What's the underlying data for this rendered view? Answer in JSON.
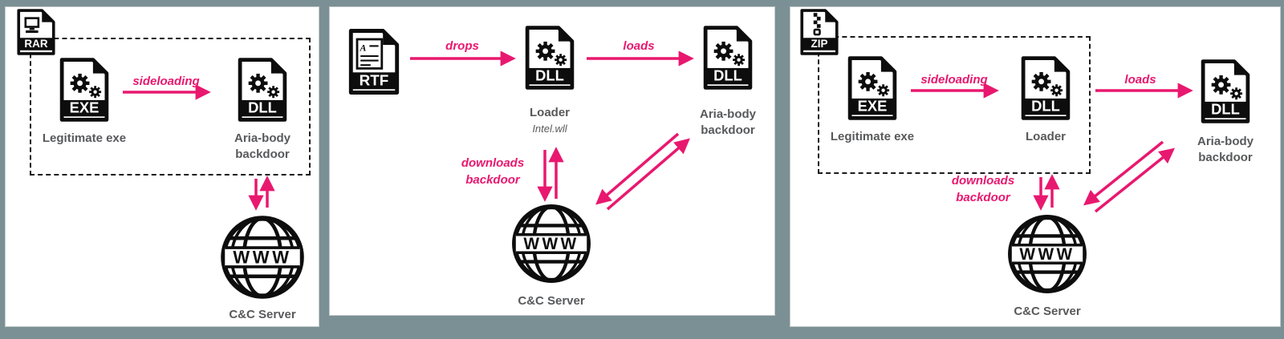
{
  "colors": {
    "background": "#7b9095",
    "panel_bg": "#ffffff",
    "accent_pink": "#e8186f",
    "label_gray": "#58595b",
    "icon_black": "#0d0d0d"
  },
  "panel1": {
    "archive": {
      "band": "RAR"
    },
    "exe": {
      "band": "EXE",
      "label": "Legitimate exe"
    },
    "sideloading_label": "sideloading",
    "dll": {
      "band": "DLL",
      "label1": "Aria-body",
      "label2": "backdoor"
    },
    "server": {
      "band": "WWW",
      "label": "C&C Server"
    }
  },
  "panel2": {
    "rtf": {
      "band": "RTF"
    },
    "drops_label": "drops",
    "loader": {
      "band": "DLL",
      "label": "Loader",
      "sublabel": "Intel.wll"
    },
    "loads_label": "loads",
    "ariabody": {
      "band": "DLL",
      "label1": "Aria-body",
      "label2": "backdoor"
    },
    "downloads_label1": "downloads",
    "downloads_label2": "backdoor",
    "server": {
      "band": "WWW",
      "label": "C&C Server"
    }
  },
  "panel3": {
    "archive": {
      "band": "ZIP"
    },
    "exe": {
      "band": "EXE",
      "label": "Legitimate exe"
    },
    "sideloading_label": "sideloading",
    "loader": {
      "band": "DLL",
      "label": "Loader"
    },
    "loads_label": "loads",
    "ariabody": {
      "band": "DLL",
      "label1": "Aria-body",
      "label2": "backdoor"
    },
    "downloads_label1": "downloads",
    "downloads_label2": "backdoor",
    "server": {
      "band": "WWW",
      "label": "C&C Server"
    }
  }
}
